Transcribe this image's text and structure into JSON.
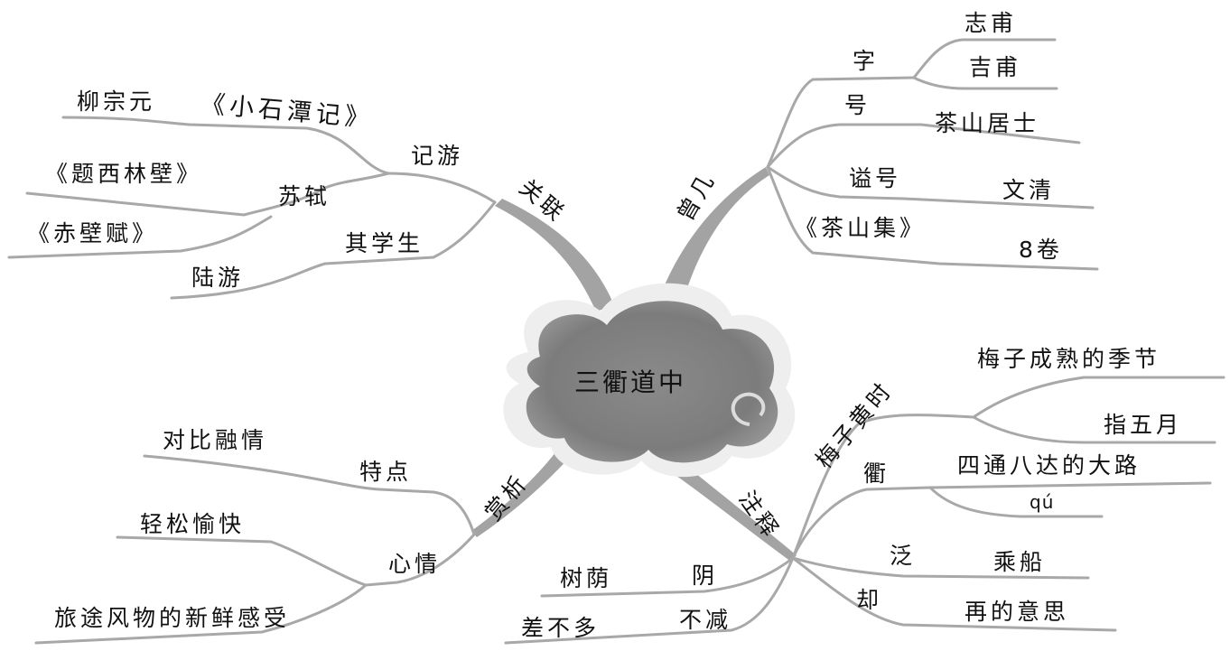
{
  "center": "三衢道中",
  "branches": {
    "guanlian": {
      "label": "关联",
      "jiyou": "记游",
      "liu_zongyuan": "柳宗元",
      "xiaoshitan": "《小石潭记》",
      "sushi": "苏轼",
      "tixilin": "《题西林壁》",
      "chibifu": "《赤壁赋》",
      "qixuesheng": "其学生",
      "luyou": "陆游"
    },
    "zengji": {
      "label": "曾几",
      "zi": "字",
      "zhifu": "志甫",
      "jifu": "吉甫",
      "hao": "号",
      "chashan_jushi": "茶山居士",
      "shihao": "谥号",
      "wenqing": "文清",
      "chashanji": "《茶山集》",
      "bajuan": "8卷"
    },
    "shangxi": {
      "label": "赏析",
      "tedian": "特点",
      "duibi": "对比融情",
      "xinqing": "心情",
      "qingsong": "轻松愉快",
      "lvtu": "旅途风物的新鲜感受"
    },
    "zhushi": {
      "label": "注释",
      "meizi": "梅子黄时",
      "meizi_mean": "梅子成熟的季节",
      "wuyue": "指五月",
      "qu_char": "衢",
      "qu_mean": "四通八达的大路",
      "qu_pinyin": "qú",
      "fan": "泛",
      "chengchuan": "乘船",
      "que": "却",
      "zai": "再的意思",
      "yin": "阴",
      "shuyin": "树荫",
      "bujian": "不减",
      "chabuduo": "差不多"
    }
  },
  "colors": {
    "cloud_dark": "#7a7a7a",
    "cloud_light": "#bdbdbd",
    "branch": "#9a9a9a",
    "line": "#a8a8a8",
    "text": "#111111"
  }
}
